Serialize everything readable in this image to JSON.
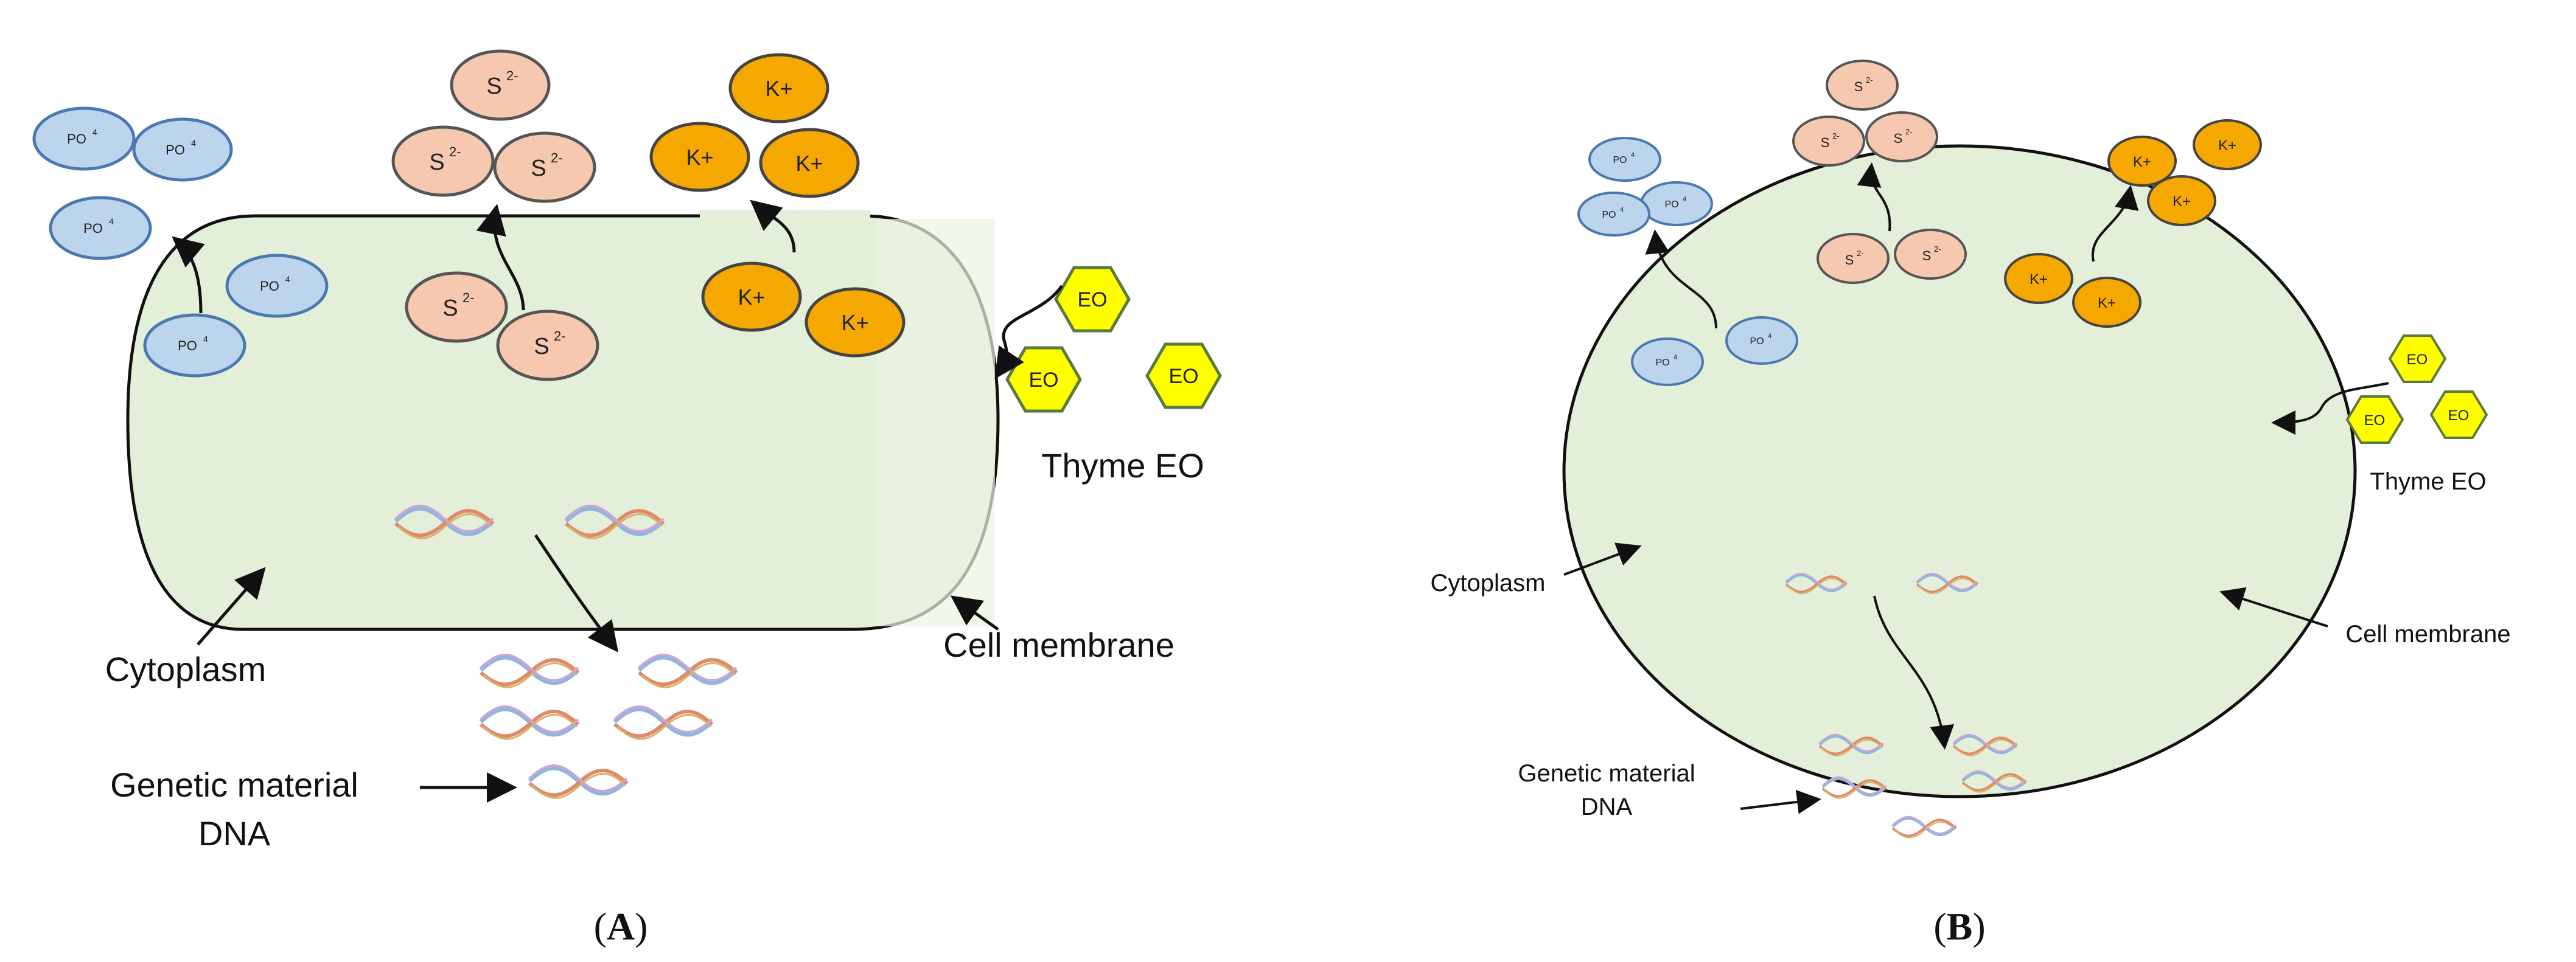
{
  "panels": [
    {
      "id": "A",
      "caption": "(A)",
      "caption_letter": "A",
      "labels": {
        "cytoplasm": "Cytoplasm",
        "cell_membrane": "Cell membrane",
        "genetic_material_line1": "Genetic material",
        "genetic_material_line2": "DNA",
        "thyme_eo": "Thyme EO"
      }
    },
    {
      "id": "B",
      "caption": "(B)",
      "caption_letter": "B",
      "labels": {
        "cytoplasm": "Cytoplasm",
        "cell_membrane": "Cell membrane",
        "genetic_material_line1": "Genetic material",
        "genetic_material_line2": "DNA",
        "thyme_eo": "Thyme EO"
      }
    }
  ],
  "ions": {
    "phosphate": {
      "symbol": "PO",
      "superscript": "4",
      "fill": "#bcd4ec",
      "stroke": "#4a78b0"
    },
    "sulfide": {
      "symbol": "S",
      "superscript": "2-",
      "fill": "#f6c8b0",
      "stroke": "#5a5a5a"
    },
    "potassium": {
      "symbol": "K+",
      "fill": "#f5a800",
      "stroke": "#4a4a4a"
    }
  },
  "essential_oil": {
    "label": "EO",
    "fill": "#ffff00",
    "stroke": "#5a7a40"
  },
  "colors": {
    "cytoplasm_fill": "#e3efd8",
    "membrane_stroke": "#111111",
    "text": "#111111"
  },
  "icons": [
    "dna-strand-icon",
    "arrow-icon"
  ]
}
